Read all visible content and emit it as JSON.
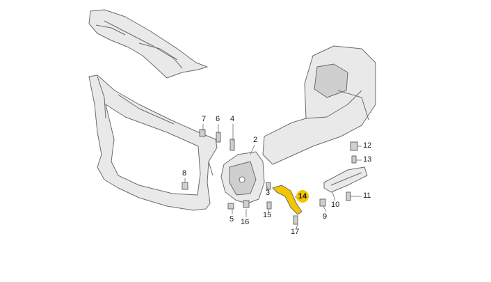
{
  "diagram": {
    "colors": {
      "line": "#6a6a6a",
      "fill": "#e9e9e9",
      "fill_dark": "#cfcfcf",
      "highlight": "#f2c500",
      "text": "#1a1a1a"
    },
    "callouts": {
      "c2": "2",
      "c3": "3",
      "c4": "4",
      "c5": "5",
      "c6": "6",
      "c7": "7",
      "c8": "8",
      "c9": "9",
      "c10": "10",
      "c11": "11",
      "c12": "12",
      "c13": "13",
      "c14": "14",
      "c15": "15",
      "c16": "16",
      "c17": "17"
    },
    "highlighted_part": "14"
  }
}
